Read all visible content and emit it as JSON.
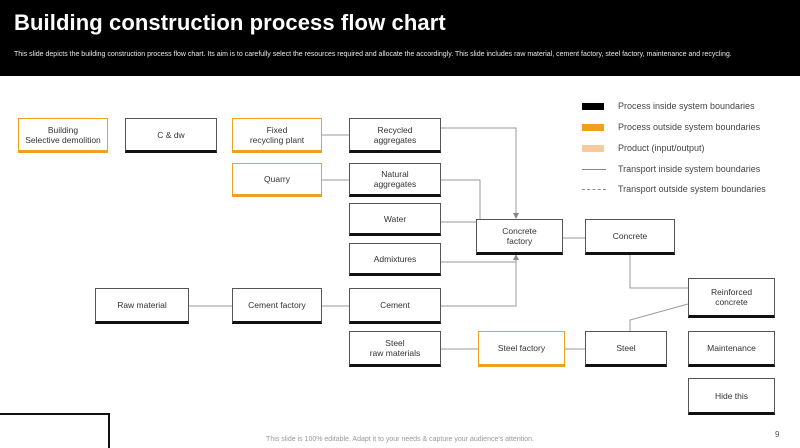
{
  "header": {
    "title": "Building construction process flow chart",
    "subtitle": "This slide depicts the building construction process flow chart. Its aim is to carefully select the resources required and allocate the accordingly. This slide includes raw material, cement factory, steel factory, maintenance and recycling."
  },
  "nodes": {
    "building": "Building\nSelective demolition",
    "cdw": "C & dw",
    "fixed_recycling": "Fixed\nrecycling plant",
    "recycled_aggregates": "Recycled\naggregates",
    "quarry": "Quarry",
    "natural_aggregates": "Natural\naggregates",
    "water": "Water",
    "admixtures": "Admixtures",
    "concrete_factory": "Concrete\nfactory",
    "concrete": "Concrete",
    "raw_material": "Raw material",
    "cement_factory": "Cement factory",
    "cement": "Cement",
    "steel_raw_materials": "Steel\nraw materials",
    "steel_factory": "Steel factory",
    "steel": "Steel",
    "reinforced_concrete": "Reinforced\nconcrete",
    "maintenance": "Maintenance",
    "hide_this": "Hide this"
  },
  "legend": [
    {
      "label": "Process inside system boundaries",
      "kind": "swatch",
      "color": "#000000"
    },
    {
      "label": "Process outside system boundaries",
      "kind": "swatch",
      "color": "#f0a020"
    },
    {
      "label": "Product (input/output)",
      "kind": "swatch",
      "color": "#f8c99a"
    },
    {
      "label": "Transport inside system boundaries",
      "kind": "line",
      "color": "#888888"
    },
    {
      "label": "Transport outside system boundaries",
      "kind": "dashed",
      "color": "#888888"
    }
  ],
  "footer": {
    "text": "This slide is 100% editable. Adapt it to your needs & capture your audience's attention.",
    "page": "9"
  },
  "colors": {
    "header_bg": "#000000",
    "outside_boundary": "#f0a020",
    "product": "#f8c99a",
    "connector": "#999999"
  }
}
